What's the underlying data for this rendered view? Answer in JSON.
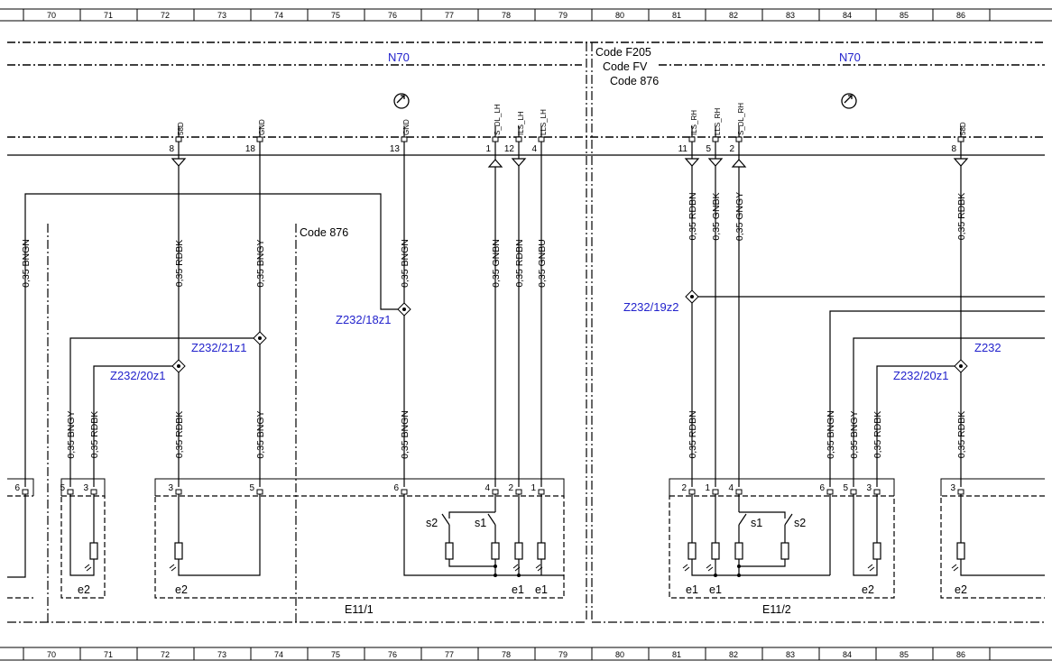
{
  "ruler": [
    "70",
    "71",
    "72",
    "73",
    "74",
    "75",
    "76",
    "77",
    "78",
    "79",
    "80",
    "81",
    "82",
    "83",
    "84",
    "85",
    "86"
  ],
  "codes": {
    "f205": "Code F205",
    "fv": "Code FV",
    "c876_right": "Code 876",
    "c876_left": "Code 876"
  },
  "modules": {
    "left": "N70",
    "right": "N70"
  },
  "units": {
    "left": "E11/1",
    "right": "E11/2"
  },
  "pins_top_left": [
    {
      "num": "8",
      "sig": "58D"
    },
    {
      "num": "18",
      "sig": "GND"
    },
    {
      "num": "13",
      "sig": "GND"
    },
    {
      "num": "1",
      "sig": "S_DL_LH"
    },
    {
      "num": "12",
      "sig": "ILS_LH"
    },
    {
      "num": "4",
      "sig": "LLS_LH"
    }
  ],
  "pins_top_right": [
    {
      "num": "11",
      "sig": "ILS_RH"
    },
    {
      "num": "5",
      "sig": "LLS_RH"
    },
    {
      "num": "2",
      "sig": "S_DL_RH"
    },
    {
      "num": "8",
      "sig": "58D"
    }
  ],
  "wires_upper": [
    "0,35 BNGN",
    "0,35 RDBK",
    "0,35 BNGY",
    "0,35 BNGN",
    "0,35 GNBN",
    "0,35 RDBN",
    "0,35 GNBU",
    "0,35 RDBN",
    "0,35 GNBK",
    "0,35 GNGY",
    "0,35 RDBK"
  ],
  "wires_lower": [
    "0,35 BNGY",
    "0,35 RDBK",
    "0,35 RDBK",
    "0,35 BNGY",
    "0,35 BNGN",
    "0,35 RDBN",
    "0,35 BNGN",
    "0,35 BNGY",
    "0,35 RDBK",
    "0,35 RDBK"
  ],
  "splices": {
    "a": "Z232/21z1",
    "b": "Z232/20z1",
    "c": "Z232/18z1",
    "d": "Z232/19z2",
    "e": "Z232",
    "f": "Z232/20z1"
  },
  "pins_bottom": [
    "6",
    "5",
    "3",
    "3",
    "5",
    "6",
    "4",
    "2",
    "1",
    "2",
    "1",
    "4",
    "6",
    "5",
    "3",
    "3"
  ],
  "switches": [
    "s2",
    "s1",
    "s1",
    "s2"
  ],
  "loads": [
    "e2",
    "e2",
    "e1",
    "e1",
    "e1",
    "e1",
    "e2",
    "e2"
  ]
}
